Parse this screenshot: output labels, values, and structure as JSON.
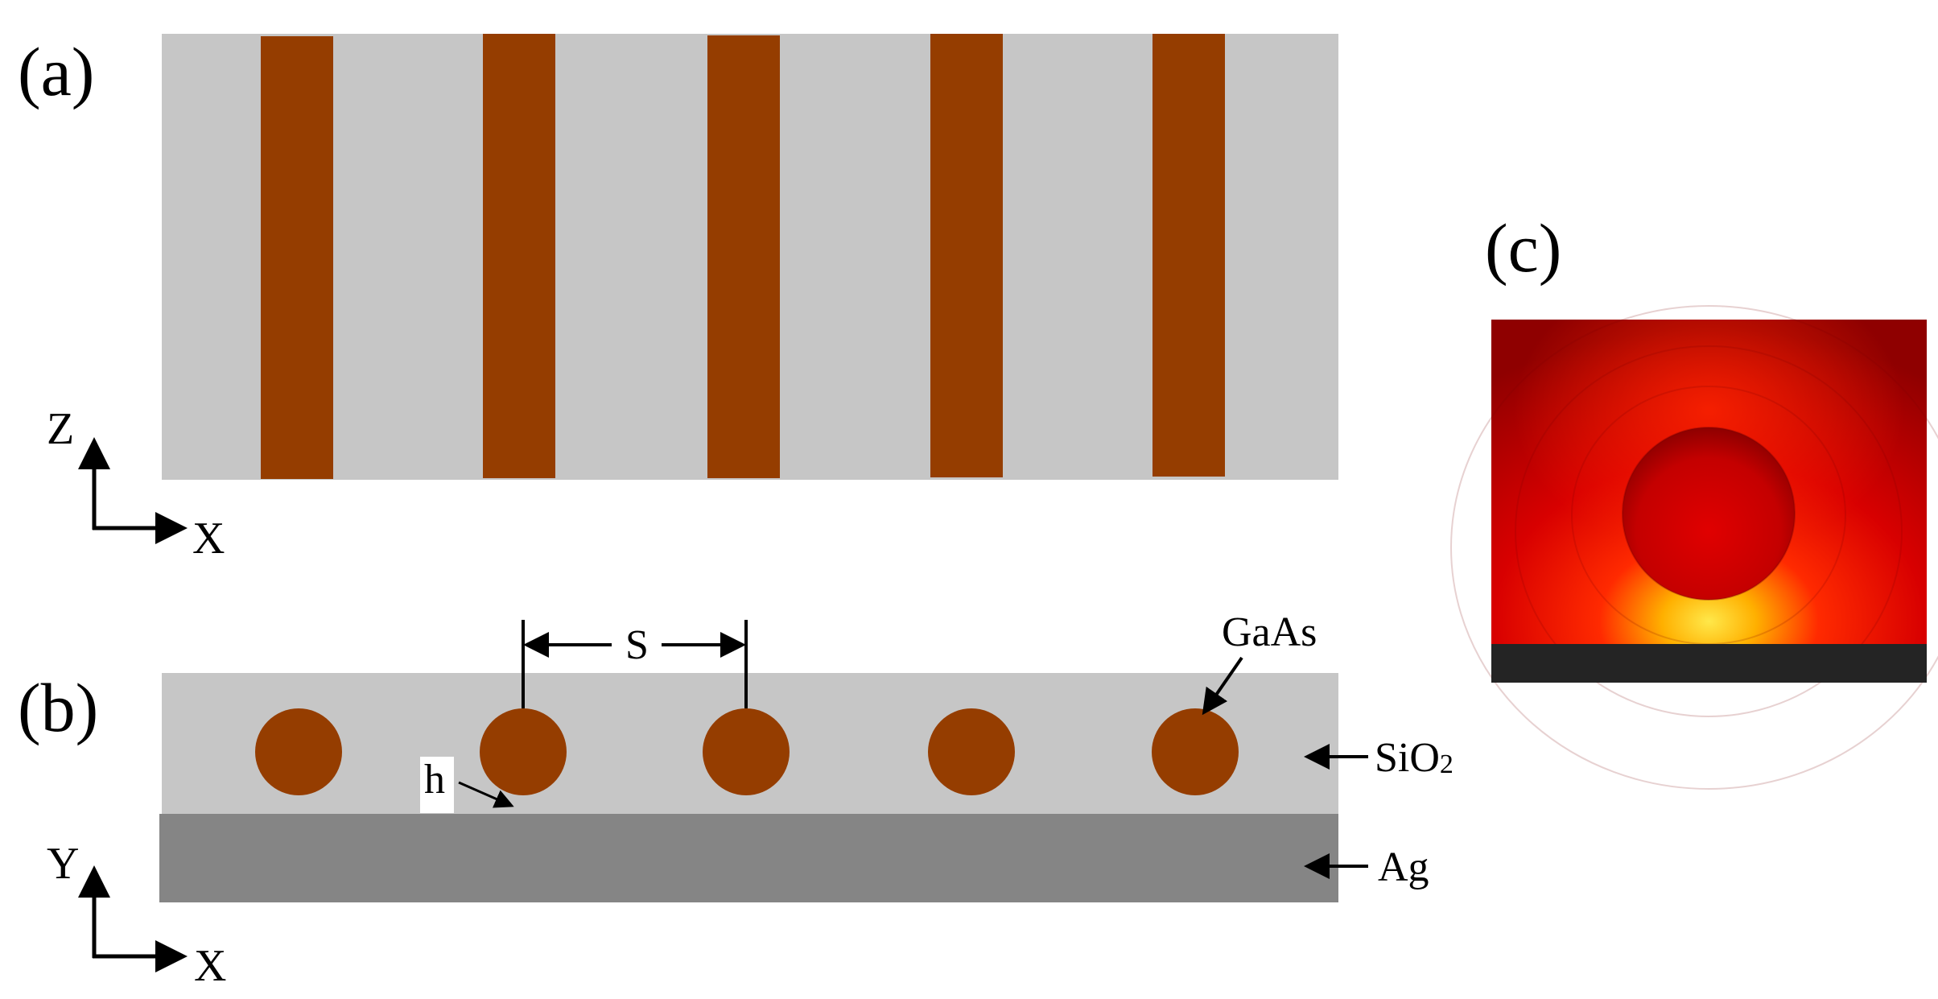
{
  "panels": {
    "a": {
      "label": "(a)"
    },
    "b": {
      "label": "(b)"
    },
    "c": {
      "label": "(c)"
    }
  },
  "axes_a": {
    "vertical": "Z",
    "horizontal": "X"
  },
  "axes_b": {
    "vertical": "Y",
    "horizontal": "X"
  },
  "annotations": {
    "spacing": "S",
    "height": "h",
    "particle": "GaAs",
    "cladding_prefix": "SiO",
    "cladding_subscript": "2",
    "substrate": "Ag"
  },
  "counts": {
    "rods": 5,
    "particles": 5
  },
  "colors": {
    "gaas": "#953d00",
    "sio2": "#c6c6c6",
    "ag": "#858585",
    "field_low": "#8f0000",
    "field_mid": "#ff1a00",
    "field_high": "#ffe84a",
    "substrate_dark": "#242424"
  }
}
